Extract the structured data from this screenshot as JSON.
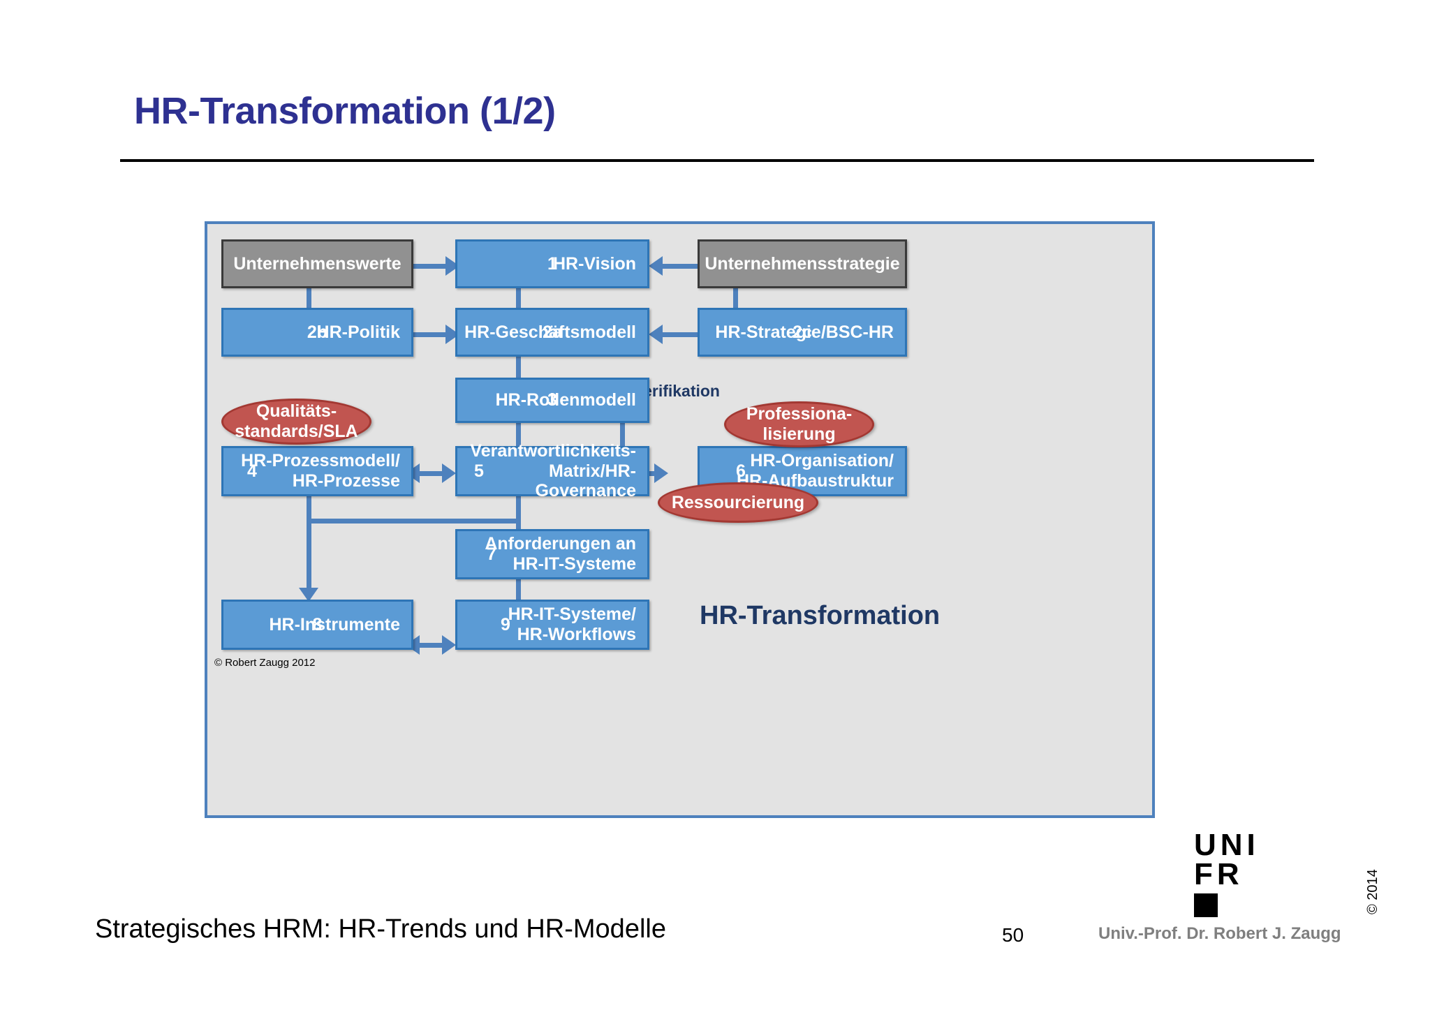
{
  "slide": {
    "title": "HR-Transformation (1/2)",
    "footer_title": "Strategisches HRM: HR-Trends und HR-Modelle",
    "page_number": "50",
    "author": "Univ.-Prof. Dr. Robert J. Zaugg",
    "copyright_year": "© 2014",
    "logo": {
      "line1": "UNI",
      "line2": "FR"
    }
  },
  "diagram": {
    "caption": "HR-Transformation",
    "copyright": "© Robert Zaugg 2012",
    "verification_label": "Verifikation",
    "colors": {
      "title_blue": "#2e3191",
      "node_blue_fill": "#5b9bd5",
      "node_blue_border": "#2e75b6",
      "node_gray_fill": "#919191",
      "node_gray_border": "#3a3a3a",
      "ellipse_fill": "#c15550",
      "ellipse_border": "#a33832",
      "panel_fill": "#e3e3e3",
      "panel_border": "#4e81bd",
      "connector": "#4e81bd",
      "caption_navy": "#1f3864"
    },
    "nodes": [
      {
        "id": "unternehmenswerte",
        "num": "",
        "label_line1": "Unternehmenswerte",
        "label_line2": "",
        "style": "gray"
      },
      {
        "id": "hr-vision",
        "num": "1",
        "label_line1": "HR-Vision",
        "label_line2": "",
        "style": "blue"
      },
      {
        "id": "unternehmensstrategie",
        "num": "",
        "label_line1": "Unternehmensstrategie",
        "label_line2": "",
        "style": "gray"
      },
      {
        "id": "hr-politik",
        "num": "2b",
        "label_line1": "HR-Politik",
        "label_line2": "",
        "style": "blue"
      },
      {
        "id": "hr-geschaeftsmodell",
        "num": "2a",
        "label_line1": "HR-Geschäftsmodell",
        "label_line2": "",
        "style": "blue"
      },
      {
        "id": "hr-strategie-bsc",
        "num": "2c",
        "label_line1": "HR-Strategie/BSC-HR",
        "label_line2": "",
        "style": "blue"
      },
      {
        "id": "hr-rollenmodell",
        "num": "3",
        "label_line1": "HR-Rollenmodell",
        "label_line2": "",
        "style": "blue"
      },
      {
        "id": "hr-prozessmodell",
        "num": "4",
        "label_line1": "HR-Prozessmodell/",
        "label_line2": "HR-Prozesse",
        "style": "blue"
      },
      {
        "id": "verantwortlichkeits-matrix",
        "num": "5",
        "label_line1": "Verantwortlichkeits-",
        "label_line2": "Matrix/HR-Governance",
        "style": "blue"
      },
      {
        "id": "hr-organisation",
        "num": "6",
        "label_line1": "HR-Organisation/",
        "label_line2": "HR-Aufbaustruktur",
        "style": "blue"
      },
      {
        "id": "anforderungen-it",
        "num": "7",
        "label_line1": "Anforderungen an",
        "label_line2": "HR-IT-Systeme",
        "style": "blue"
      },
      {
        "id": "hr-instrumente",
        "num": "8",
        "label_line1": "HR-Instrumente",
        "label_line2": "",
        "style": "blue"
      },
      {
        "id": "hr-it-systeme",
        "num": "9",
        "label_line1": "HR-IT-Systeme/",
        "label_line2": "HR-Workflows",
        "style": "blue"
      }
    ],
    "ellipses": [
      {
        "id": "qualitaetsstandards",
        "line1": "Qualitäts-",
        "line2": "standards/SLA"
      },
      {
        "id": "professionalisierung",
        "line1": "Professiona-",
        "line2": "lisierung"
      },
      {
        "id": "ressourcierung",
        "line1": "Ressourcierung",
        "line2": ""
      }
    ]
  }
}
